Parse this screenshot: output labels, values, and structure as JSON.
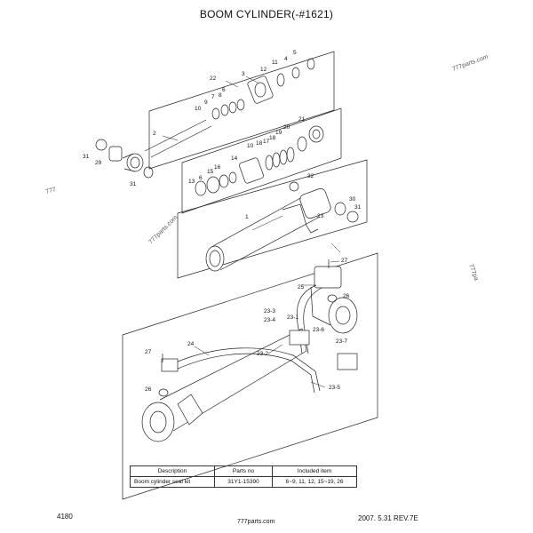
{
  "title": "BOOM CYLINDER(-#1621)",
  "watermarks": [
    "777parts.com",
    "777",
    "777parts.com",
    "777pa"
  ],
  "labels": {
    "n1": "1",
    "n2": "2",
    "n3": "3",
    "n4": "4",
    "n5": "5",
    "n6": "6",
    "n7": "7",
    "n8": "8",
    "n9": "9",
    "n10": "10",
    "n10b": "10",
    "n11": "11",
    "n12": "12",
    "n13": "13",
    "n14": "14",
    "n15": "15",
    "n16": "16",
    "n17": "17",
    "n18": "18",
    "n19": "19",
    "n20": "20",
    "n21": "21",
    "n22": "22",
    "n23": "23",
    "n24": "24",
    "n25": "25",
    "n26": "26",
    "n26b": "26",
    "n27": "27",
    "n27b": "27",
    "n29": "29",
    "n30": "30",
    "n31": "31",
    "n31b": "31",
    "n32": "32",
    "n23_1": "23-1",
    "n23_2": "23-2",
    "n23_3": "23-3",
    "n23_4": "23-4",
    "n23_5": "23-5",
    "n23_6": "23-6",
    "n23_7": "23-7"
  },
  "table": {
    "headers": [
      "Description",
      "Parts no",
      "Included item"
    ],
    "rows": [
      [
        "Boom cylinder seal kit",
        "31Y1-15390",
        "6~9, 11, 12, 15~19, 26"
      ]
    ]
  },
  "footer": {
    "page": "4180",
    "site": "777parts.com",
    "revision": "2007. 5.31  REV.7E"
  }
}
